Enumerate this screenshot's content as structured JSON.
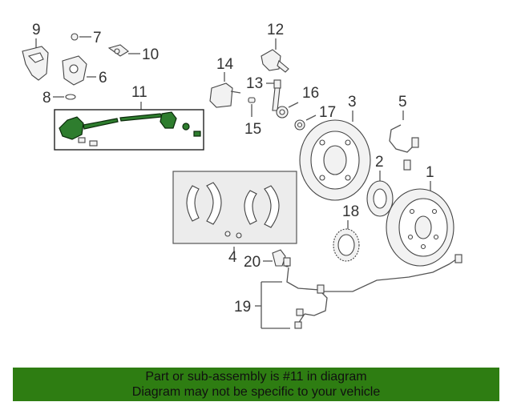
{
  "callouts": {
    "c1": "1",
    "c2": "2",
    "c3": "3",
    "c4": "4",
    "c5": "5",
    "c6": "6",
    "c7": "7",
    "c8": "8",
    "c9": "9",
    "c10": "10",
    "c11": "11",
    "c12": "12",
    "c13": "13",
    "c14": "14",
    "c15": "15",
    "c16": "16",
    "c17": "17",
    "c18": "18",
    "c19": "19",
    "c20": "20"
  },
  "highlight": {
    "part_number": "11",
    "color": "#2e7d12"
  },
  "banner": {
    "line1": "Part or sub-assembly is #11 in diagram",
    "line2": "Diagram may not be specific to your vehicle"
  }
}
